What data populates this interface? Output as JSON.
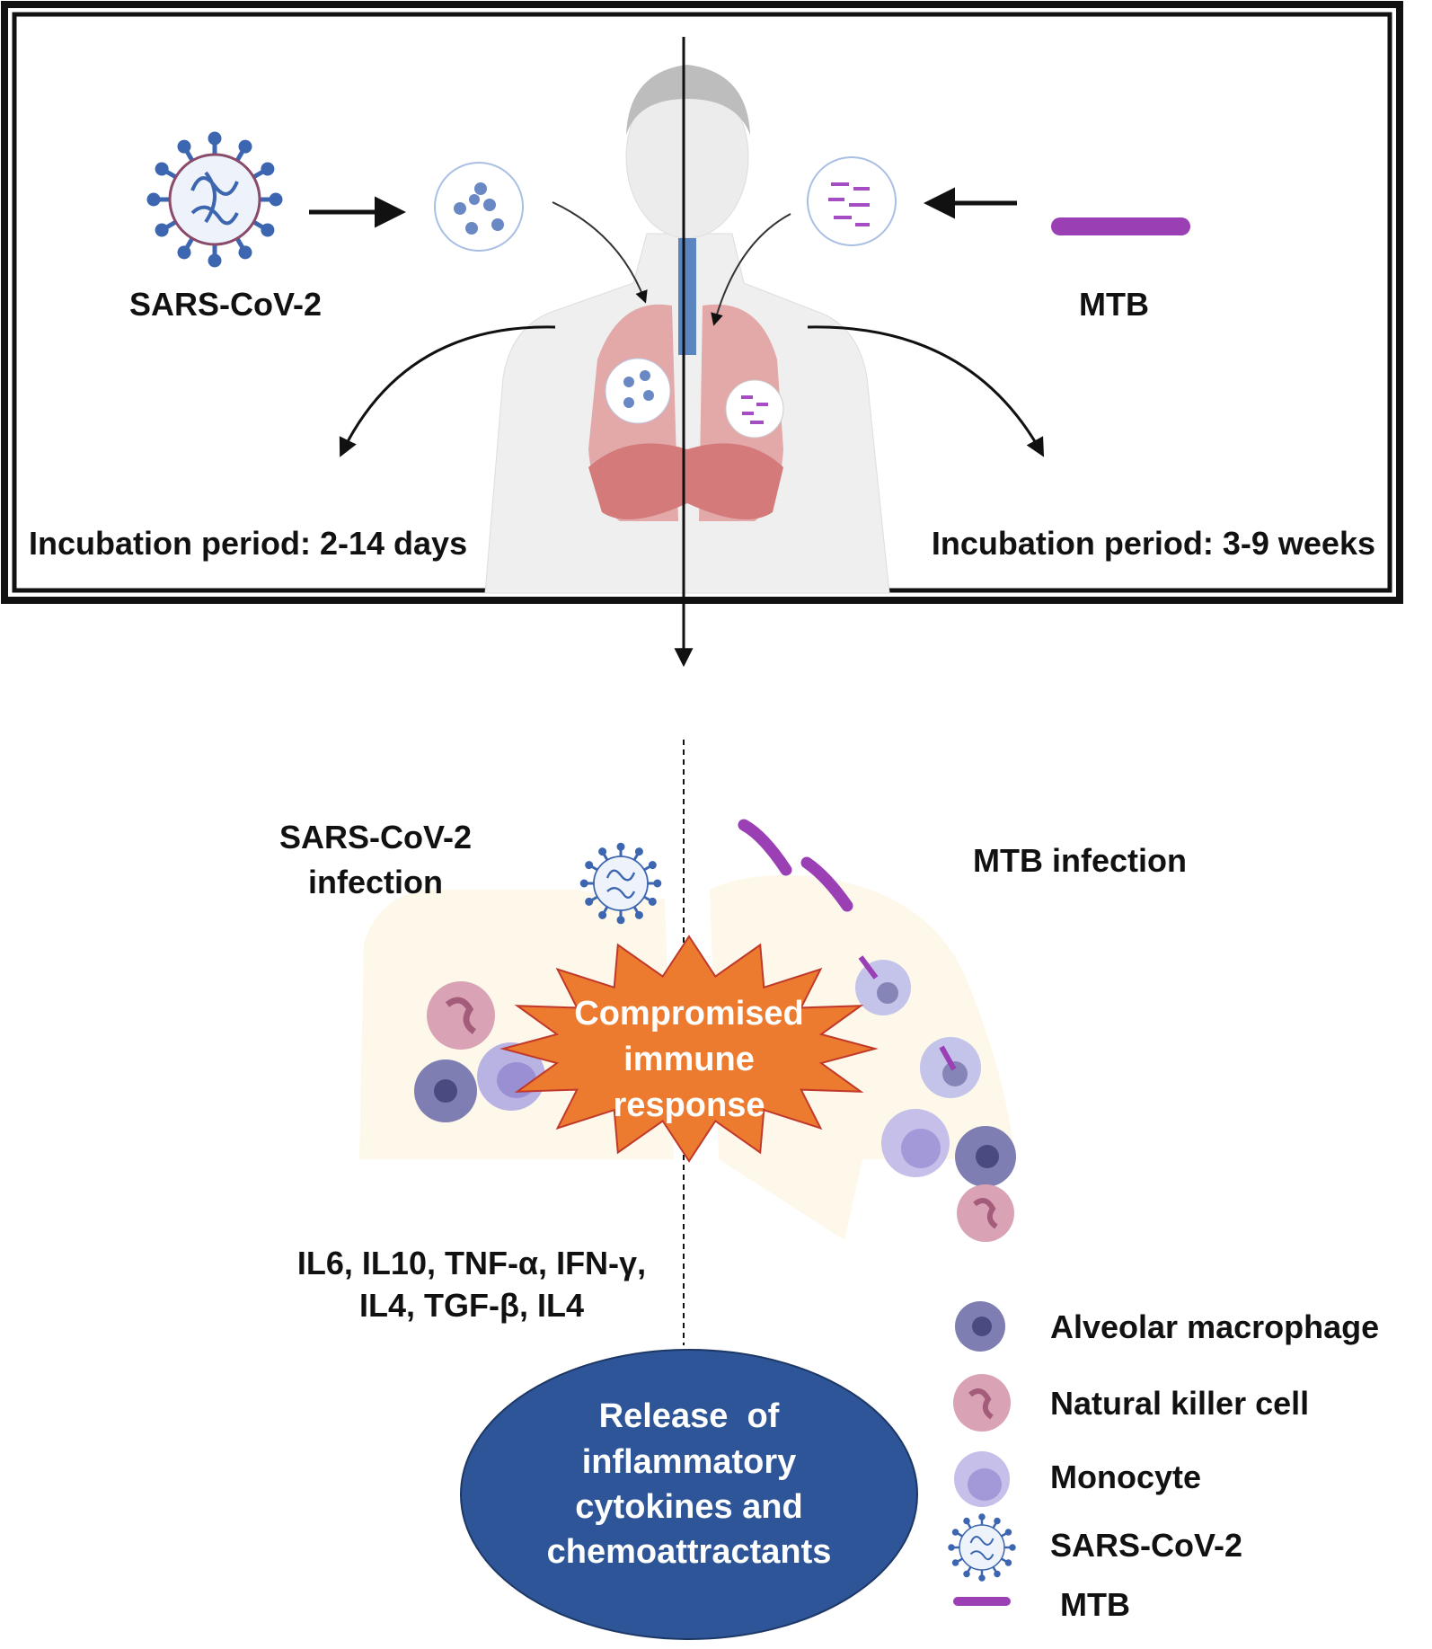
{
  "top_panel": {
    "sars_label": "SARS-CoV-2",
    "mtb_label": "MTB",
    "sars_incubation": "Incubation period: 2-14 days",
    "mtb_incubation": "Incubation period: 3-9 weeks"
  },
  "bottom_panel": {
    "sars_infection_lines": [
      "SARS-CoV-2",
      "infection"
    ],
    "mtb_infection": "MTB infection",
    "starburst_lines": [
      "Compromised",
      "immune",
      "response"
    ],
    "cytokines_lines": [
      "IL6, IL10, TNF-α, IFN-γ,",
      "IL4, TGF-β, IL4"
    ],
    "ellipse_lines": [
      "Release  of",
      "inflammatory",
      "cytokines and",
      "chemoattractants"
    ]
  },
  "legend": {
    "items": [
      {
        "label": "Alveolar macrophage",
        "icon": "alveolar-macrophage-icon"
      },
      {
        "label": "Natural killer cell",
        "icon": "natural-killer-cell-icon"
      },
      {
        "label": "Monocyte",
        "icon": "monocyte-icon"
      },
      {
        "label": "SARS-CoV-2",
        "icon": "sars-cov-2-icon"
      },
      {
        "label": "MTB",
        "icon": "mtb-icon"
      }
    ]
  },
  "colors": {
    "starburst": "#ec7b30",
    "ellipse": "#2e5597",
    "mtb": "#9b3fb5",
    "virus": "#3d66b0",
    "lung": "#d98c8c"
  }
}
